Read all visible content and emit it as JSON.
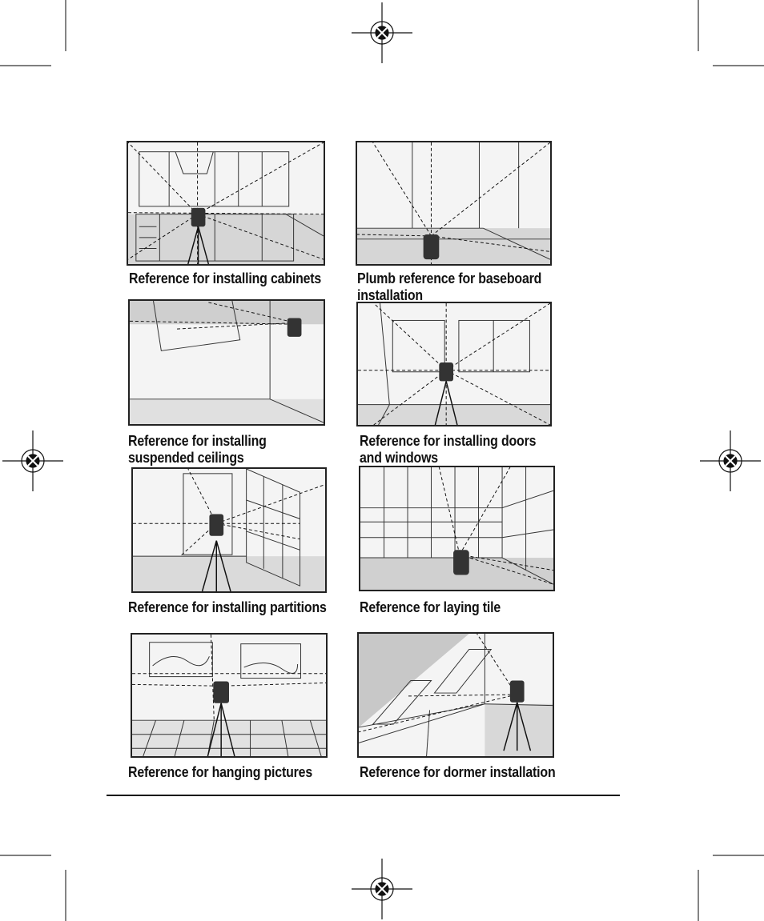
{
  "figure": {
    "panels": [
      {
        "caption_line1": "Reference for installing cabinets",
        "caption_line2": ""
      },
      {
        "caption_line1": "Plumb reference for baseboard",
        "caption_line2": "installation"
      },
      {
        "caption_line1": "Reference for installing",
        "caption_line2": "suspended ceilings"
      },
      {
        "caption_line1": "Reference for installing doors",
        "caption_line2": "and windows"
      },
      {
        "caption_line1": "Reference for installing partitions",
        "caption_line2": ""
      },
      {
        "caption_line1": "Reference for laying tile",
        "caption_line2": ""
      },
      {
        "caption_line1": "Reference for hanging pictures",
        "caption_line2": ""
      },
      {
        "caption_line1": "Reference for dormer installation",
        "caption_line2": ""
      }
    ]
  },
  "colors": {
    "ink": "#111111",
    "panel_bg": "#f4f4f4",
    "shade": "#c8c8c8"
  },
  "icons": [
    "registration-mark-icon"
  ]
}
